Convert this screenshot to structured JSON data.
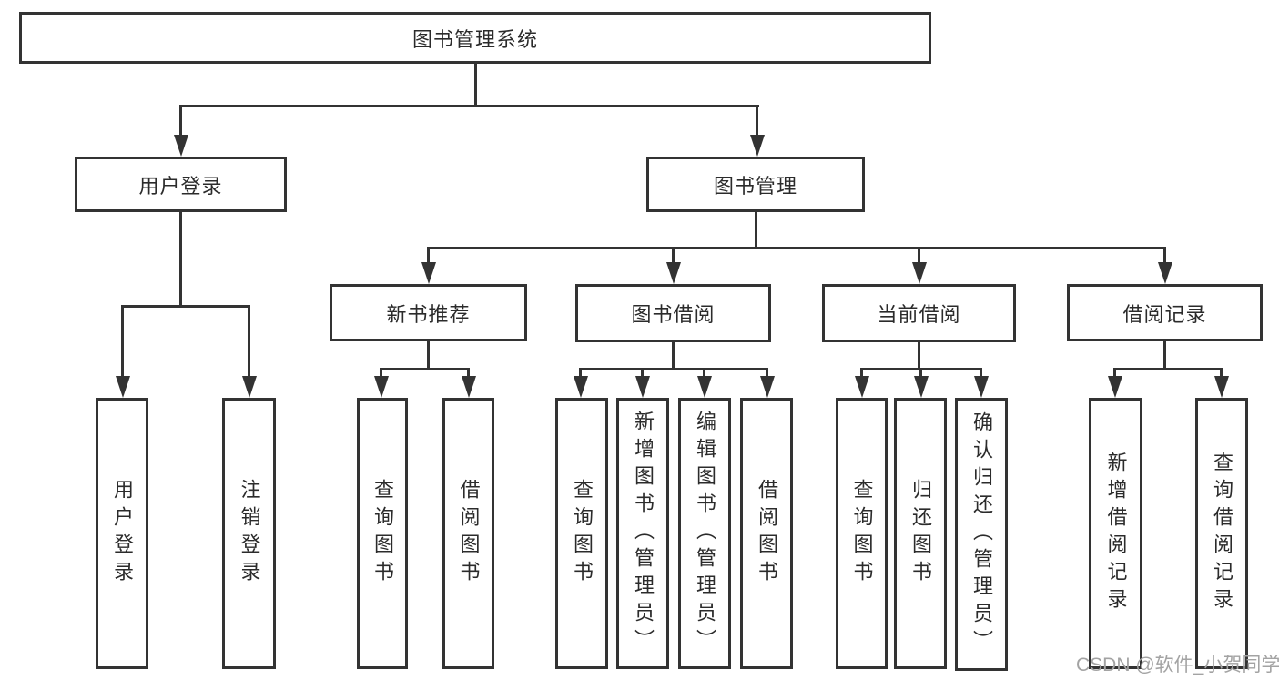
{
  "colors": {
    "line": "#333333",
    "box_border": "#333333",
    "text": "#2b2b2b",
    "background": "#ffffff",
    "watermark": "#a3a3a3"
  },
  "tree": {
    "label": "图书管理系统",
    "children": [
      {
        "label": "用户登录",
        "children": [
          {
            "label": "用户登录"
          },
          {
            "label": "注销登录"
          }
        ]
      },
      {
        "label": "图书管理",
        "children": [
          {
            "label": "新书推荐",
            "children": [
              {
                "label": "查询图书"
              },
              {
                "label": "借阅图书"
              }
            ]
          },
          {
            "label": "图书借阅",
            "children": [
              {
                "label": "查询图书"
              },
              {
                "label": "新增图书（管理员）"
              },
              {
                "label": "编辑图书（管理员）"
              },
              {
                "label": "借阅图书"
              }
            ]
          },
          {
            "label": "当前借阅",
            "children": [
              {
                "label": "查询图书"
              },
              {
                "label": "归还图书"
              },
              {
                "label": "确认归还（管理员）"
              }
            ]
          },
          {
            "label": "借阅记录",
            "children": [
              {
                "label": "新增借阅记录"
              },
              {
                "label": "查询借阅记录"
              }
            ]
          }
        ]
      }
    ]
  },
  "watermark": "CSDN @软件_小贺同学"
}
